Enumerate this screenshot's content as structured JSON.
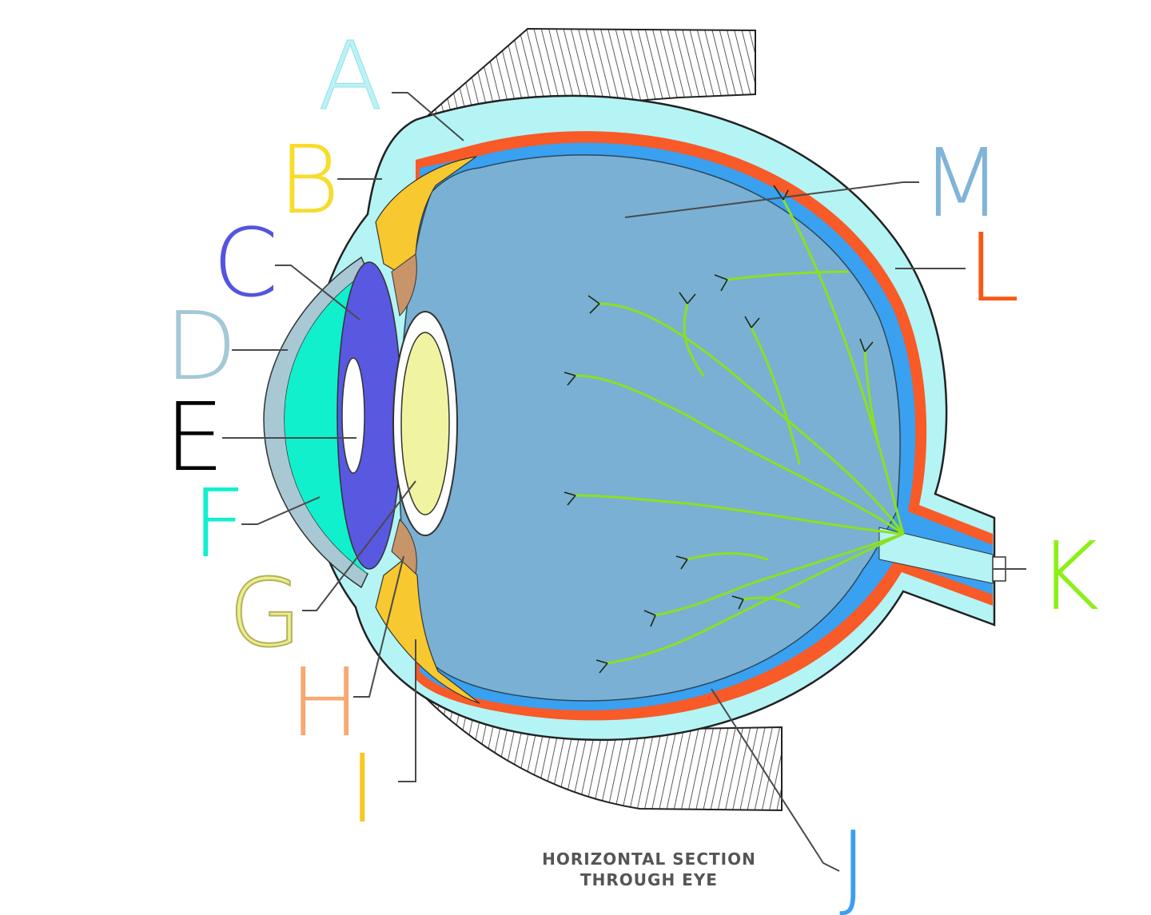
{
  "labels": {
    "A": "A",
    "B": "B",
    "C": "C",
    "D": "D",
    "E": "E",
    "F": "F",
    "G": "G",
    "H": "H",
    "I": "I",
    "J": "J",
    "K": "K",
    "L": "L",
    "M": "M"
  },
  "caption": {
    "line1": "HORIZONTAL SECTION",
    "line2": "THROUGH EYE"
  },
  "colors": {
    "A": "#b8f4f6",
    "B": "#f8dc2c",
    "C": "#5454e0",
    "D": "#a4c8d8",
    "E": "#000000",
    "F": "#10f0d0",
    "G": "#e8f08c",
    "H": "#f8a870",
    "I": "#f8c820",
    "J": "#3c9ef0",
    "K": "#8cf018",
    "L": "#f85818",
    "M": "#80b4d8",
    "sclera": "#b4f4f4",
    "choroid": "#f85a28",
    "retina": "#3aa0f0",
    "vitreous": "#7ab0d4",
    "cornea": "#a8c8d4",
    "aqueous": "#10f0cc",
    "iris": "#5858e0",
    "lens": "#f0f4a0",
    "ciliary": "#f8c830",
    "muscle_band": "#c8946a",
    "vessels": "#8ce020"
  }
}
